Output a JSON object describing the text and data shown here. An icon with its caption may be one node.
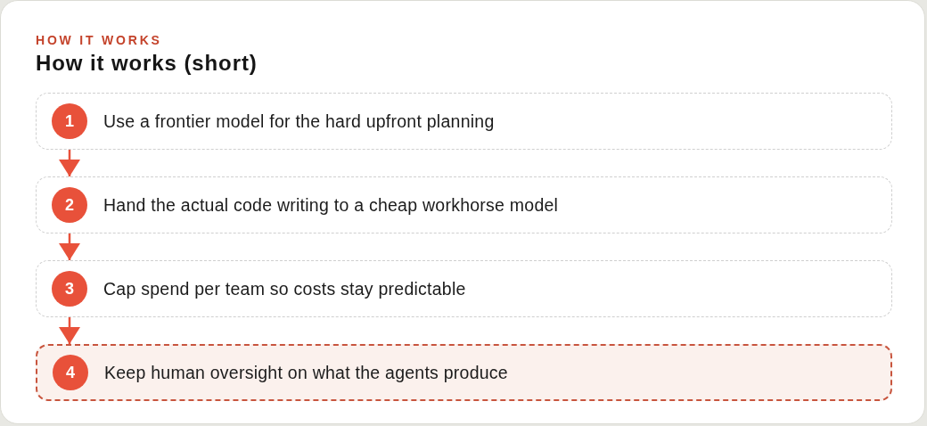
{
  "diagram": {
    "title": "How it works (short)",
    "nodes": [
      {
        "text": [
          "Use a frontier model for the hard upfront planning"
        ]
      },
      {
        "text": [
          "1"
        ],
        "in": 0
      },
      {
        "text": [
          "Hand the actual code writing to a cheap workhorse model"
        ]
      },
      {
        "text": [
          "2"
        ],
        "in": 2
      },
      {
        "text": [
          "Cap spend per team so costs stay predictable"
        ]
      },
      {
        "text": [
          "3"
        ],
        "in": 4
      },
      {
        "text": [
          "Keep human oversight on what the agents produce"
        ]
      },
      {
        "text": [
          "4"
        ],
        "in": 6
      }
    ],
    "edges": [
      {
        "from": 0,
        "to": 2,
        "arrow": "to"
      },
      {
        "from": 2,
        "to": 4,
        "arrow": "to"
      },
      {
        "from": 4,
        "to": 6,
        "arrow": "to"
      }
    ],
    "labels": [
      "HOW IT WORKS"
    ]
  }
}
